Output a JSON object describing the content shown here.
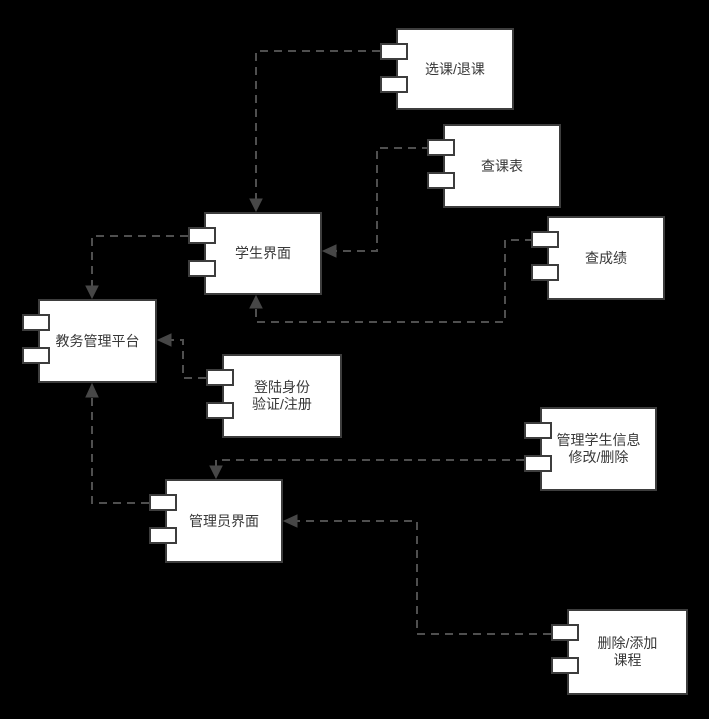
{
  "diagram": {
    "type": "uml-component-diagram",
    "colors": {
      "background": "#000000",
      "node_fill": "#ffffff",
      "node_border": "#3d3d3d",
      "connector": "#4f4f4f",
      "arrowhead": "#474747",
      "text": "#383838"
    },
    "components": [
      {
        "id": "select-drop-course",
        "label": "选课/退课"
      },
      {
        "id": "view-timetable",
        "label": "查课表"
      },
      {
        "id": "view-grades",
        "label": "查成绩"
      },
      {
        "id": "student-interface",
        "label": "学生界面"
      },
      {
        "id": "academic-affairs-platform",
        "label": "教务管理平台"
      },
      {
        "id": "login-verification",
        "label": "登陆身份\n验证/注册"
      },
      {
        "id": "manage-student-info",
        "label": "管理学生信息\n修改/删除"
      },
      {
        "id": "admin-interface",
        "label": "管理员界面"
      },
      {
        "id": "delete-add-course",
        "label": "删除/添加\n课程"
      }
    ],
    "connections": [
      {
        "from": "select-drop-course",
        "to": "student-interface",
        "style": "dashed-arrow"
      },
      {
        "from": "view-timetable",
        "to": "student-interface",
        "style": "dashed-arrow"
      },
      {
        "from": "view-grades",
        "to": "student-interface",
        "style": "dashed-arrow"
      },
      {
        "from": "student-interface",
        "to": "academic-affairs-platform",
        "style": "dashed-arrow"
      },
      {
        "from": "login-verification",
        "to": "academic-affairs-platform",
        "style": "dashed-arrow"
      },
      {
        "from": "manage-student-info",
        "to": "admin-interface",
        "style": "dashed-arrow"
      },
      {
        "from": "admin-interface",
        "to": "academic-affairs-platform",
        "style": "dashed-arrow"
      },
      {
        "from": "delete-add-course",
        "to": "admin-interface",
        "style": "dashed-arrow"
      }
    ]
  }
}
